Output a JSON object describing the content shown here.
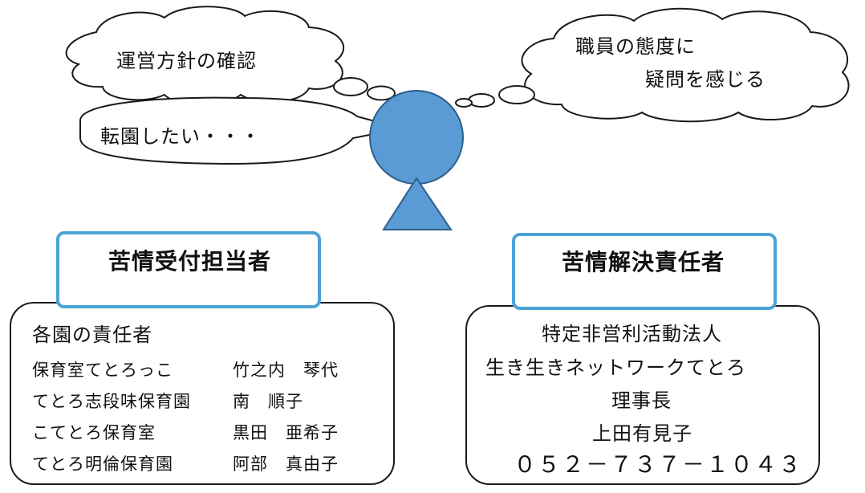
{
  "thoughts": {
    "left": "運営方針の確認",
    "right_line1": "職員の態度に",
    "right_line2": "疑問を感じる",
    "speech": "転園したい・・・"
  },
  "receiver": {
    "heading": "苦情受付担当者",
    "title": "各園の責任者",
    "rows": [
      {
        "facility": "保育室てとろっこ",
        "person": "竹之内　琴代"
      },
      {
        "facility": "てとろ志段味保育園",
        "person": "南　順子"
      },
      {
        "facility": "こてとろ保育室",
        "person": "黒田　亜希子"
      },
      {
        "facility": "てとろ明倫保育園",
        "person": "阿部　真由子"
      }
    ]
  },
  "resolver": {
    "heading": "苦情解決責任者",
    "org_type": "特定非営利活動法人",
    "org_name": "生き生きネットワークてとろ",
    "role": "理事長",
    "name": "上田有見子",
    "phone": "０５２－７３７－１０４３"
  },
  "colors": {
    "figure": "#5b9bd5",
    "heading_border": "#4aa3d6",
    "line": "#1a1a1a"
  }
}
